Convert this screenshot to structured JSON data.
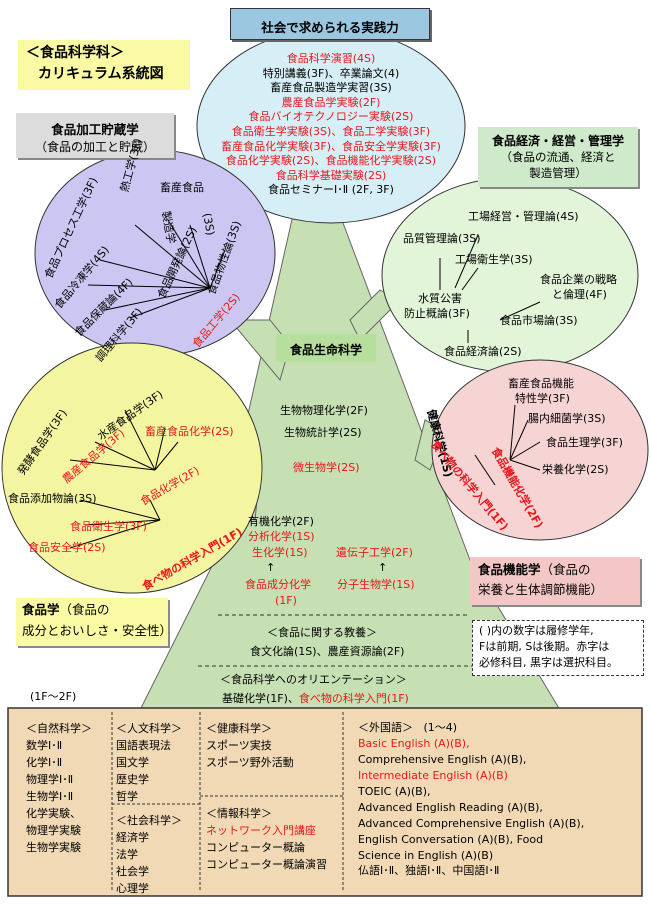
{
  "title": {
    "line1": "＜食品科学科＞",
    "line2": "カリキュラム系統図"
  },
  "society": {
    "header": "社会で求められる実践力",
    "items": [
      {
        "text": "食品科学演習(4S)",
        "red": true
      },
      {
        "text": "特別講義(3F)、卒業論文(4)",
        "red": false
      },
      {
        "text": "畜産食品製造学実習(3S)",
        "red": false
      },
      {
        "text": "農産食品学実験(2F)",
        "red": true
      },
      {
        "text": "食品バイオテクノロジー実験(2S)",
        "red": true
      },
      {
        "text": "食品衛生学実験(3S)、食品工学実験(3F)",
        "red": true
      },
      {
        "text": "畜産食品化学実験(3F)、食品安全学実験(3F)",
        "red": true
      },
      {
        "text": "食品化学実験(2S)、食品機能化学実験(2S)",
        "red": true
      },
      {
        "text": "食品科学基礎実験(2S)",
        "red": true
      },
      {
        "text": "食品セミナーⅠ･Ⅱ (2F, 3F)",
        "red": false
      }
    ]
  },
  "processing": {
    "label_title": "食品加工貯蔵学",
    "label_sub": "（食品の加工と貯蔵）",
    "courses": [
      {
        "text": "熱工学(3F)",
        "red": false
      },
      {
        "text": "畜産食品",
        "red": false
      },
      {
        "text": "製造学",
        "red": false
      },
      {
        "text": "(3S)",
        "red": false
      },
      {
        "text": "食品プロセス工学(3F)",
        "red": false
      },
      {
        "text": "食品冷凍学(4S)",
        "red": false
      },
      {
        "text": "食品開発論(2S)",
        "red": false
      },
      {
        "text": "食品物性論(3S)",
        "red": false
      },
      {
        "text": "食品保蔵論(4F)",
        "red": false
      },
      {
        "text": "調理科学(3F)",
        "red": false
      },
      {
        "text": "食品工学(2S)",
        "red": true
      }
    ]
  },
  "economics": {
    "label_title": "食品経済・経営・管理学",
    "label_sub1": "（食品の流通、経済と",
    "label_sub2": "製造管理）",
    "courses": [
      {
        "text": "工場経営・管理論(4S)"
      },
      {
        "text": "品質管理論(3S)"
      },
      {
        "text": "工場衛生学(3S)"
      },
      {
        "text": "食品企業の戦略"
      },
      {
        "text": "と倫理(4F)"
      },
      {
        "text": "水質公害"
      },
      {
        "text": "防止概論(3F)"
      },
      {
        "text": "食品市場論(3S)"
      },
      {
        "text": "食品経済論(2S)"
      }
    ]
  },
  "life": {
    "header": "食品生命科学",
    "items": [
      {
        "text": "生物物理化学(2F)",
        "red": false
      },
      {
        "text": "生物統計学(2S)",
        "red": false
      },
      {
        "text": "微生物学(2S)",
        "red": true
      },
      {
        "text": "有機化学(2F)",
        "red": false
      },
      {
        "text": "分析化学(1S)",
        "red": true
      },
      {
        "text": "生化学(1S)",
        "red": true
      },
      {
        "text": "遺伝子工学(2F)",
        "red": true
      },
      {
        "text": "↑",
        "red": false
      },
      {
        "text": "↑",
        "red": false
      },
      {
        "text": "食品成分化学",
        "red": true
      },
      {
        "text": "(1F)",
        "red": true
      },
      {
        "text": "分子生物学(1S)",
        "red": true
      }
    ],
    "education_header": "＜食品に関する教養＞",
    "education_text": "食文化論(1S)、農産資源論(2F)",
    "orientation_header": "＜食品科学へのオリエンテーション＞",
    "orientation_plain": "基礎化学(1F)、",
    "orientation_red": "食べ物の科学入門(1F)"
  },
  "food_science": {
    "label_title": "食品学",
    "label_sub1": "（食品の",
    "label_sub2": "成分とおいしさ・安全性）",
    "courses": [
      {
        "text": "水産食品学(3F)",
        "red": false
      },
      {
        "text": "発酵食品学(3F)",
        "red": false
      },
      {
        "text": "農産食品学(3F)",
        "red": true
      },
      {
        "text": "畜産食品化学(2S)",
        "red": true
      },
      {
        "text": "食品化学(2F)",
        "red": true
      },
      {
        "text": "食品添加物論(3S)",
        "red": false
      },
      {
        "text": "食品衛生学(3F)",
        "red": true
      },
      {
        "text": "食品安全学(2S)",
        "red": true
      },
      {
        "text": "食べ物の科学入門(1F)",
        "red": true
      }
    ]
  },
  "functional": {
    "label_title": "食品機能学",
    "label_sub1": "（食品の",
    "label_sub2": "栄養と生体調節機能）",
    "courses": [
      {
        "text": "畜産食品機能",
        "red": false
      },
      {
        "text": "特性学(3F)",
        "red": false
      },
      {
        "text": "腸内細菌学(3S)",
        "red": false
      },
      {
        "text": "食品生理学(3F)",
        "red": false
      },
      {
        "text": "栄養化学(2S)",
        "red": false
      },
      {
        "text": "健康科学(1S)",
        "red": false
      },
      {
        "text": "食品機能化学(2F)",
        "red": true
      },
      {
        "text": "食べ物の科学入門(1F)",
        "red": true
      }
    ]
  },
  "note": {
    "line1": "( )内の数字は履修学年,",
    "line2": "Fは前期, Sは後期。赤字は",
    "line3": "必修科目, 黒字は選択科目。"
  },
  "basic": {
    "years": "(1F～2F)",
    "natural": {
      "header": "＜自然科学＞",
      "items": [
        "数学Ⅰ･Ⅱ",
        "化学Ⅰ･Ⅱ",
        "物理学Ⅰ･Ⅱ",
        "生物学Ⅰ･Ⅱ",
        "化学実験、",
        "物理学実験",
        "生物学実験"
      ]
    },
    "humanities": {
      "header": "＜人文科学＞",
      "items": [
        "国語表現法",
        "国文学",
        "歴史学",
        "哲学"
      ]
    },
    "social": {
      "header": "＜社会科学＞",
      "items": [
        "経済学",
        "法学",
        "社会学",
        "心理学"
      ]
    },
    "health": {
      "header": "＜健康科学＞",
      "items": [
        "スポーツ実技",
        "スポーツ野外活動"
      ]
    },
    "info": {
      "header": "＜情報科学＞",
      "items": [
        {
          "text": "ネットワーク入門講座",
          "red": true
        },
        {
          "text": "コンピューター概論",
          "red": false
        },
        {
          "text": "コンピューター概論演習",
          "red": false
        }
      ]
    },
    "language": {
      "header": "＜外国語＞",
      "range": "(1～4)",
      "items": [
        {
          "text": "Basic English (A)(B),",
          "red": true
        },
        {
          "text": "Comprehensive English (A)(B),",
          "red": false
        },
        {
          "text": "Intermediate English (A)(B)",
          "red": true
        },
        {
          "text": "TOEIC (A)(B),",
          "red": false
        },
        {
          "text": "Advanced English Reading (A)(B),",
          "red": false
        },
        {
          "text": "Advanced Comprehensive English (A)(B),",
          "red": false
        },
        {
          "text": "English Conversation (A)(B), Food",
          "red": false
        },
        {
          "text": "Science in English (A)(B)",
          "red": false
        },
        {
          "text": "仏語Ⅰ･Ⅱ、独語Ⅰ･Ⅱ、中国語Ⅰ･Ⅱ",
          "red": false
        }
      ]
    }
  },
  "colors": {
    "trunk": "#c6e0b4",
    "society_circle": "#d6eef6",
    "processing_circle": "#ccc6f2",
    "economics_circle": "#e2f5d8",
    "food_circle": "#f4f5a0",
    "functional_circle": "#f7d4d4",
    "base_box": "#f2d9b6",
    "red": "#e8171c"
  }
}
